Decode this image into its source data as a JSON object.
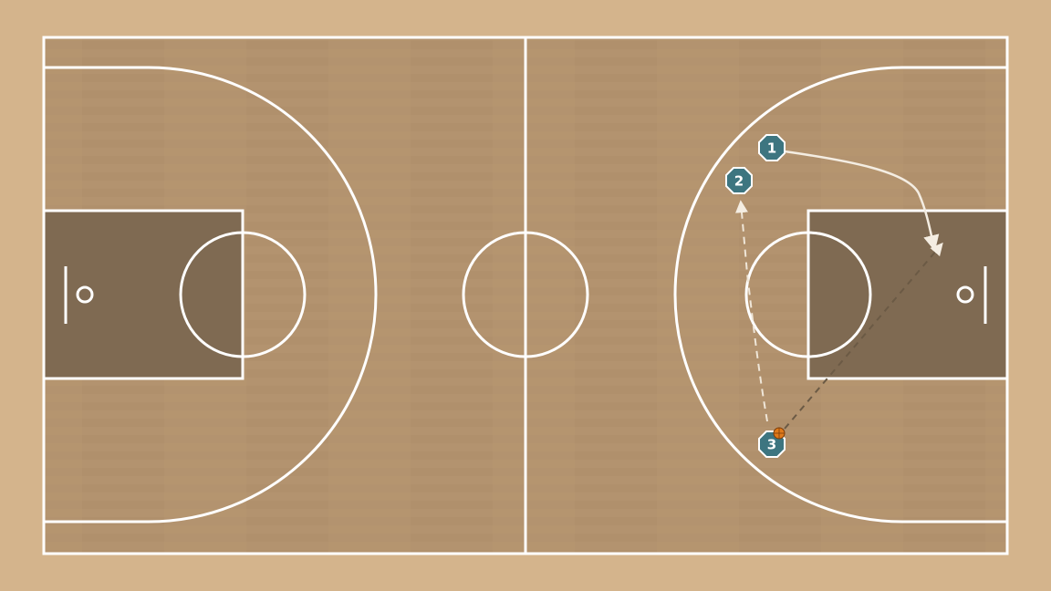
{
  "colors": {
    "outer_floor": "#d4b48c",
    "court_floor": "#b3936f",
    "paint": "#7f6a52",
    "lines": "#ffffff",
    "player_fill": "#3d7580",
    "player_stroke": "#ffffff",
    "ball": "#e07a1a",
    "cut_path": "#f4ede2",
    "pass_path": "#6b5a45",
    "move_path": "#efe6d8"
  },
  "players": [
    {
      "label": "1"
    },
    {
      "label": "2"
    },
    {
      "label": "3",
      "has_ball": true
    }
  ],
  "actions": [
    {
      "type": "cut",
      "player": "1"
    },
    {
      "type": "dribble_or_move",
      "player": "3"
    },
    {
      "type": "pass",
      "from": "3"
    }
  ]
}
